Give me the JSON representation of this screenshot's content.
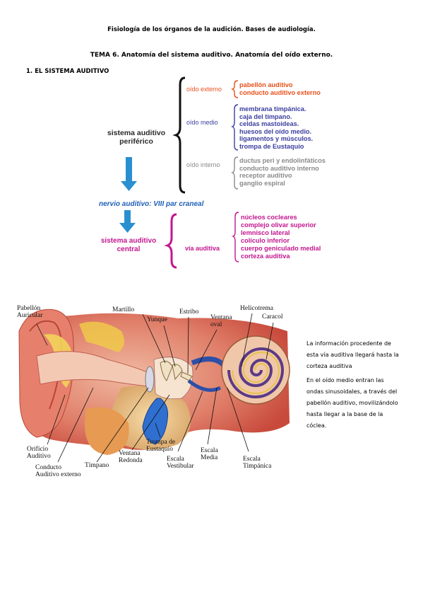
{
  "header": {
    "course_title": "Fisiología de los órganos de la audición. Bases de audiología.",
    "topic_title": "TEMA 6. Anatomía del sistema auditivo. Anatomía del oído externo.",
    "section_title": "1. EL SISTEMA AUDITIVO"
  },
  "diagram": {
    "peripheral_label_line1": "sistema auditivo",
    "peripheral_label_line2": "periférico",
    "nerve_label": "nervio auditivo: VIII par craneal",
    "central_label_line1": "sistema auditivo",
    "central_label_line2": "central",
    "outer_ear": {
      "label": "oído externo",
      "items": [
        "pabellón auditivo",
        "conducto auditivo externo"
      ]
    },
    "middle_ear": {
      "label": "oído medio",
      "items": [
        "membrana timpánica.",
        "caja del tímpano.",
        "celdas mastoideas.",
        "huesos del oído medio.",
        "ligamentos y músculos.",
        "trompa de Eustaquio"
      ]
    },
    "inner_ear": {
      "label": "oído interno",
      "items": [
        "ductus peri y endolinfáticos",
        "conducto auditivo interno",
        "receptor auditivo",
        "ganglio espiral"
      ]
    },
    "auditory_pathway": {
      "label": "vía auditiva",
      "items": [
        "núcleos cocleares",
        "complejo olivar superior",
        "lemnisco lateral",
        "colículo inferior",
        "cuerpo geniculado medial",
        "corteza auditiva"
      ]
    },
    "colors": {
      "outer": "#e8501a",
      "middle": "#3b3f9e",
      "inner": "#8a8a8a",
      "pathway": "#c2178f",
      "arrow": "#2a8fd0",
      "nerve": "#1f5fb5"
    }
  },
  "ear_figure": {
    "labels": {
      "pabellon": "Pabellón\nAuricular",
      "martillo": "Martillo",
      "estribo": "Estribo",
      "yunque": "Yunque",
      "ventana_oval": "Ventana\noval",
      "helicotrema": "Helicotrema",
      "caracol": "Caracol",
      "orificio": "Orificio\nAuditivo",
      "conducto": "Conducto\nAuditivo externo",
      "timpano": "Tímpano",
      "ventana_redonda": "Ventana\nRedonda",
      "trompa": "Trompa de\nEustaquio",
      "escala_vestibular": "Escala\nVestibular",
      "escala_media": "Escala\nMedia",
      "escala_timpanica": "Escala\nTimpánica"
    }
  },
  "caption": {
    "paragraph1": "La información procedente de esta vía auditiva llegará hasta la corteza auditiva",
    "paragraph2": "En el oído medio entran las ondas sinusoidales, a través del pabellón auditivo, movilizándolo hasta llegar a la base de la cóclea."
  }
}
